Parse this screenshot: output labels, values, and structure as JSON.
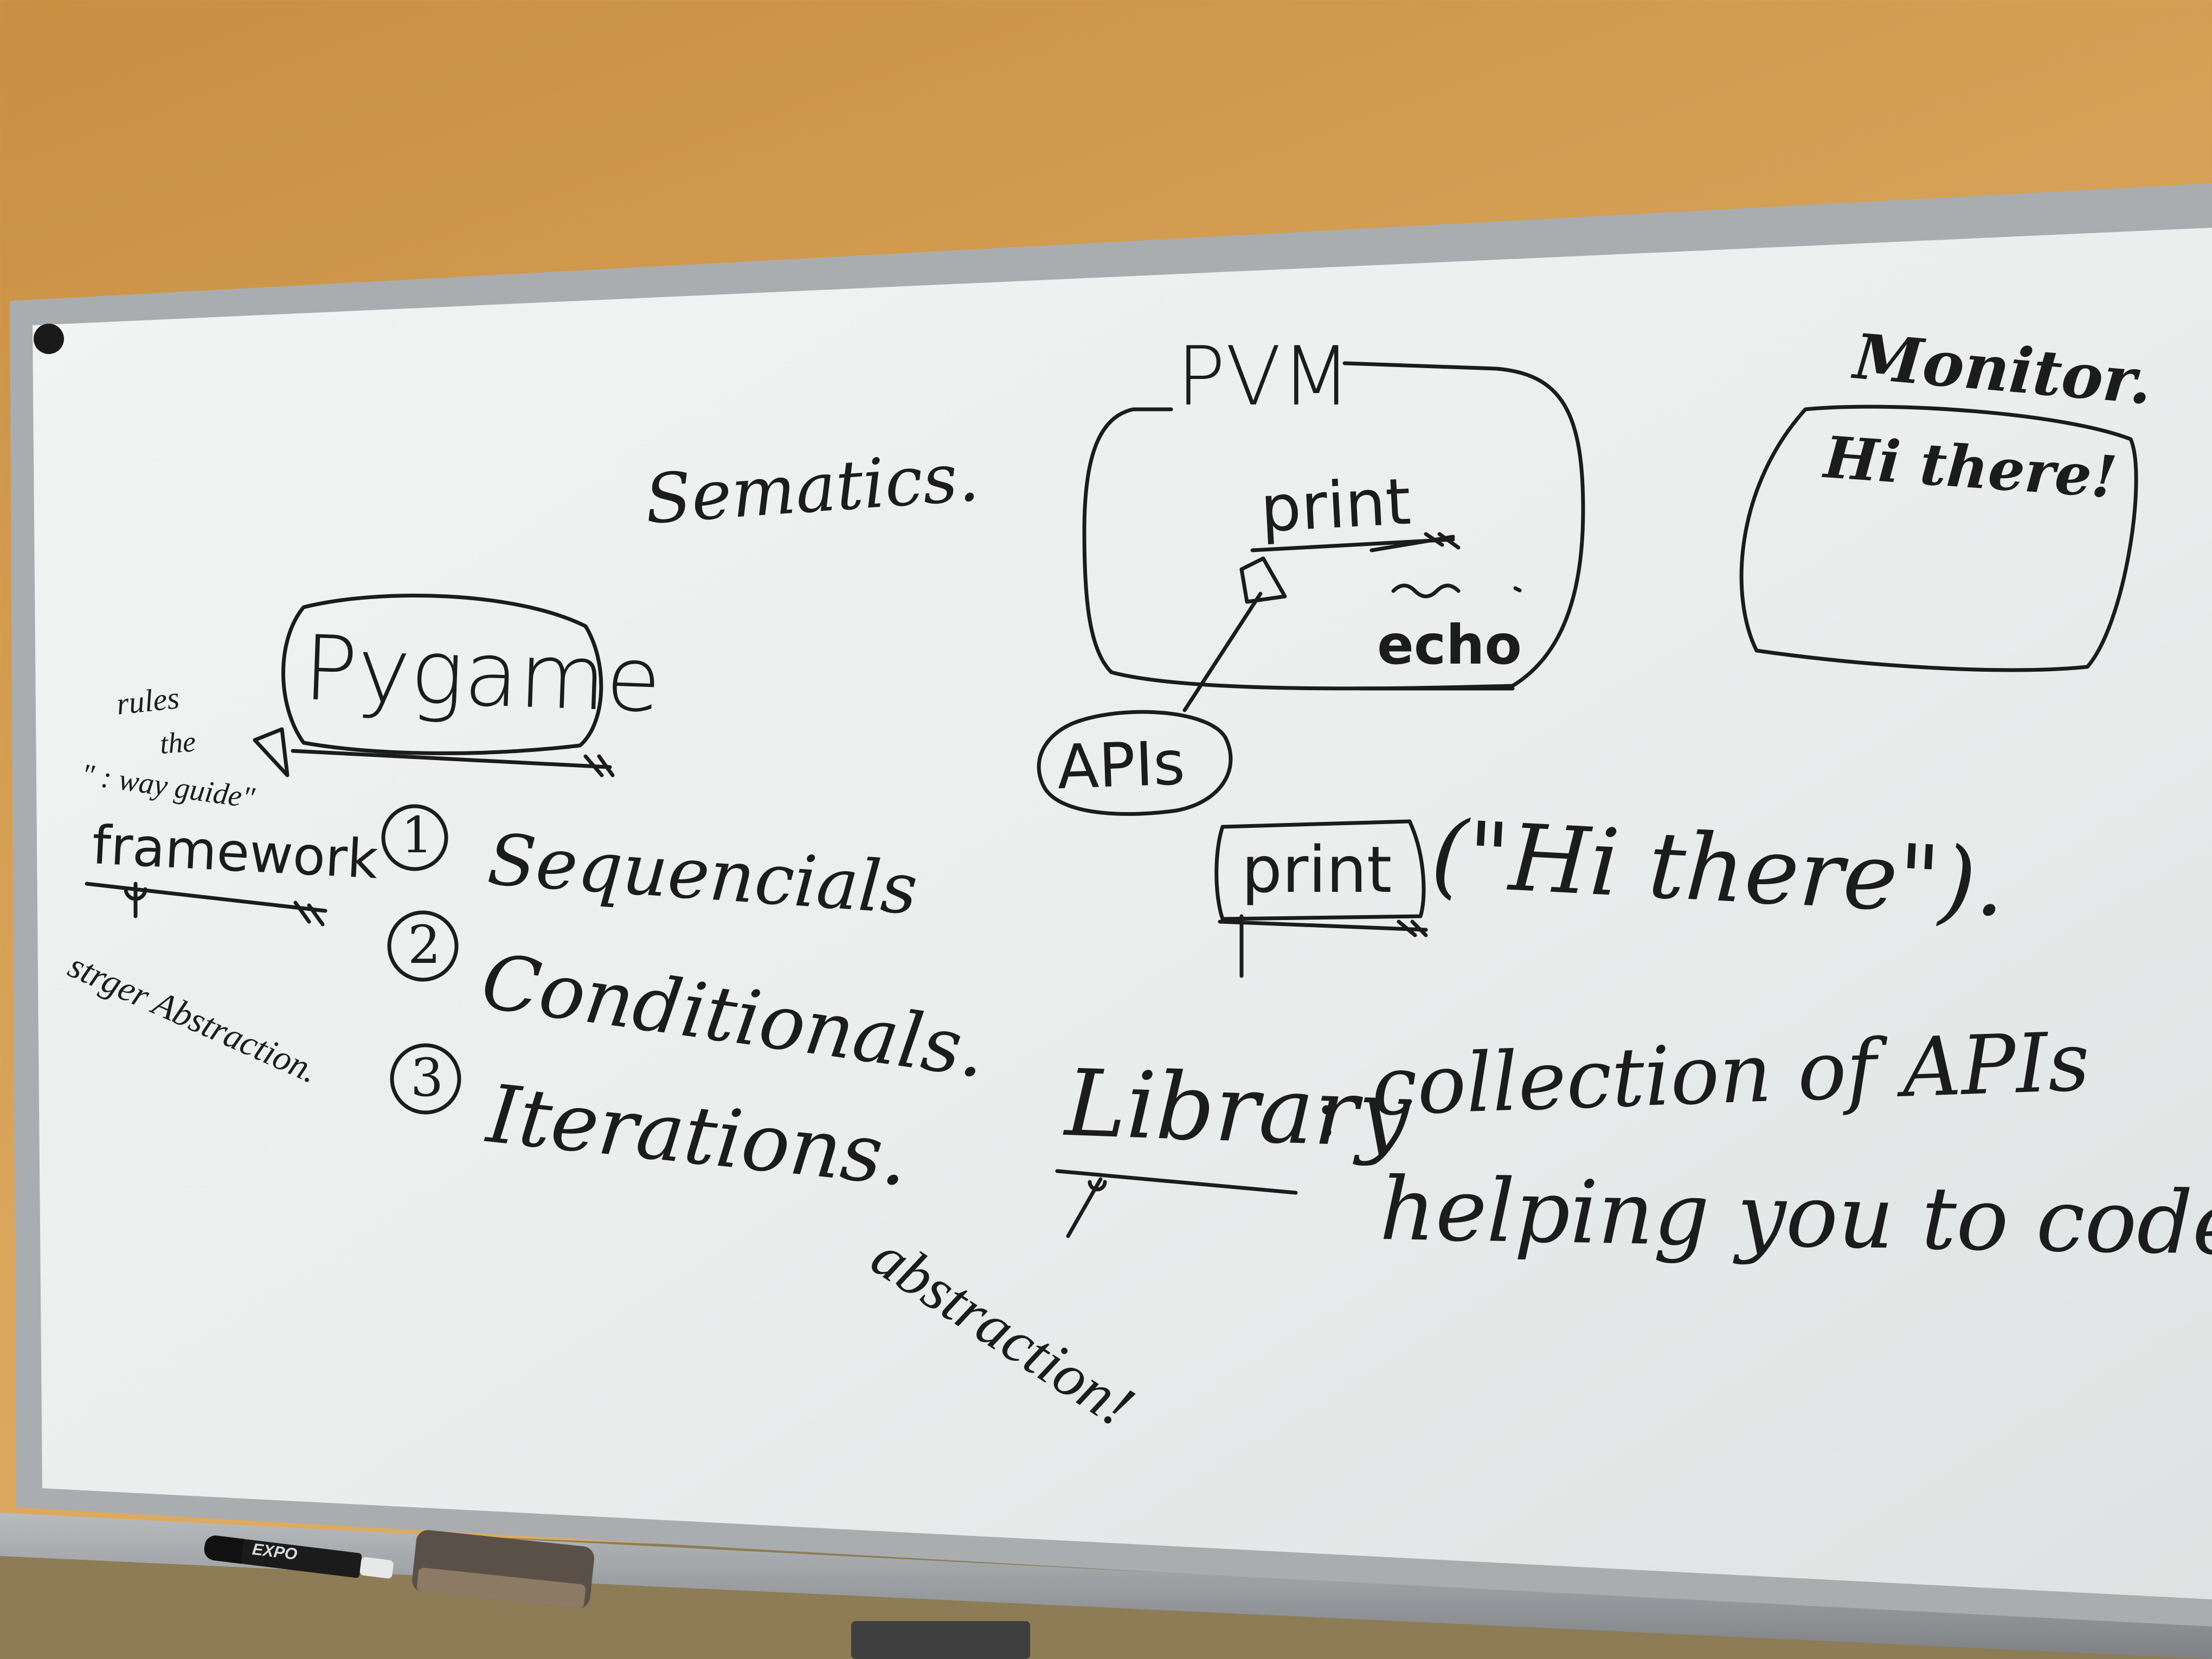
{
  "whiteboard": {
    "semantics": "Sematics.",
    "pygame": "Pygame",
    "rules_line1": "rules",
    "rules_line2": "the",
    "rules_quote": "\" : way guide\"",
    "framework": "framework",
    "stronger_abstraction": "strger Abstraction.",
    "list_numbers": [
      "1",
      "2",
      "3"
    ],
    "list_items": [
      "Sequencials",
      "Conditionals.",
      "Iterations."
    ],
    "pvm": "PVM",
    "print_top": "print",
    "echo": "echo",
    "apis_bubble": "APIs",
    "print_code": "print",
    "print_args": "(\"Hi there\").",
    "monitor": "Monitor.",
    "monitor_output": "Hi there!",
    "library": "Library",
    "library_colon": ":",
    "library_def1": "collection of APIs",
    "library_def2": "helping you to code easy.",
    "abstraction": "abstraction!"
  },
  "tray": {
    "marker_brand": "EXPO"
  },
  "colors": {
    "wall": "#d9a45a",
    "board": "#eef0f0",
    "ink": "#1c1c1c",
    "frame": "#9a9ea2"
  }
}
